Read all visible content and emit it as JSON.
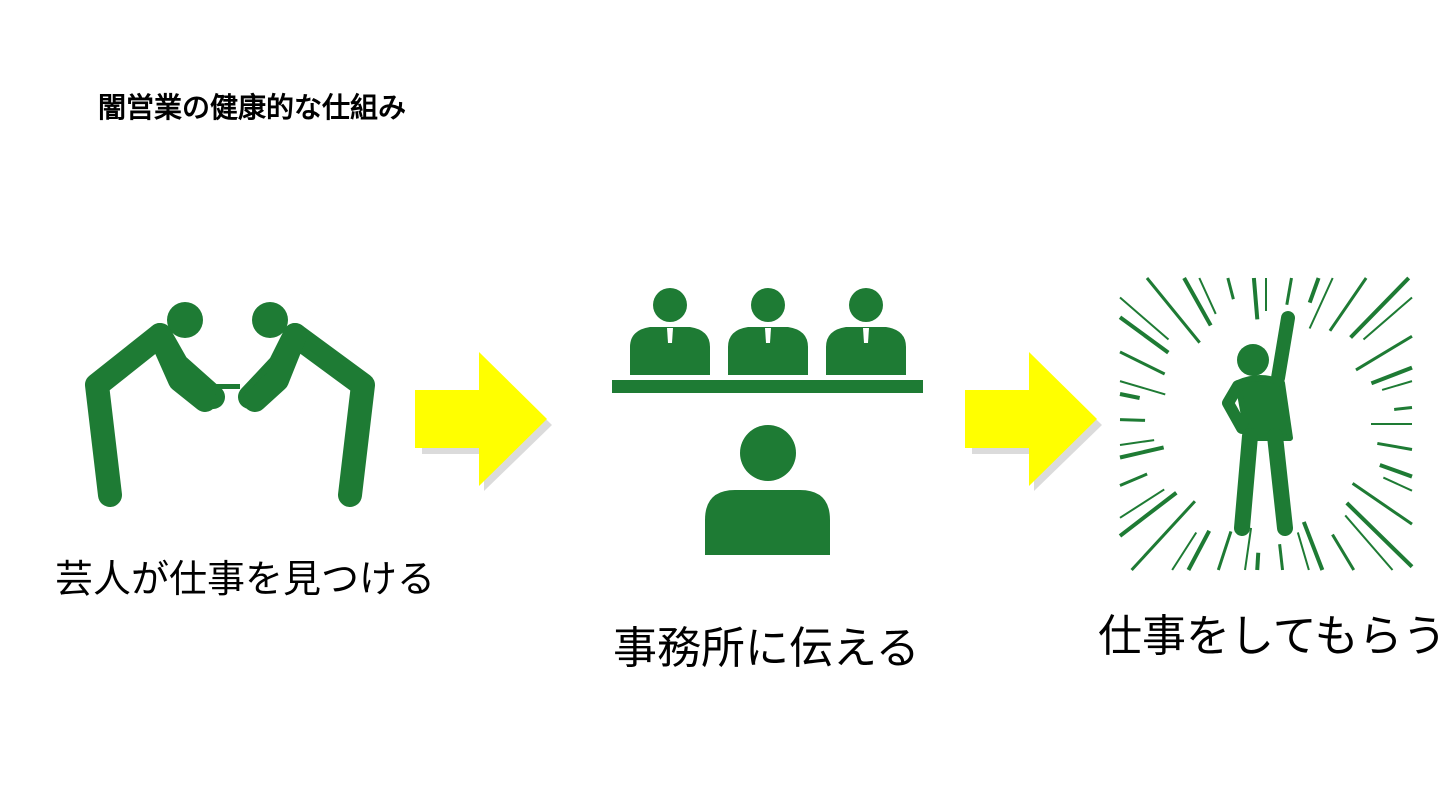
{
  "title": "闇営業の健康的な仕組み",
  "steps": [
    {
      "label": "芸人が仕事を見つける",
      "icon": "bowing-handshake-icon"
    },
    {
      "label": "事務所に伝える",
      "icon": "interview-panel-icon"
    },
    {
      "label": "仕事をしてもらう",
      "icon": "cheering-person-icon"
    }
  ],
  "colors": {
    "icon": "#1e7b34",
    "arrow": "#ffff00"
  }
}
